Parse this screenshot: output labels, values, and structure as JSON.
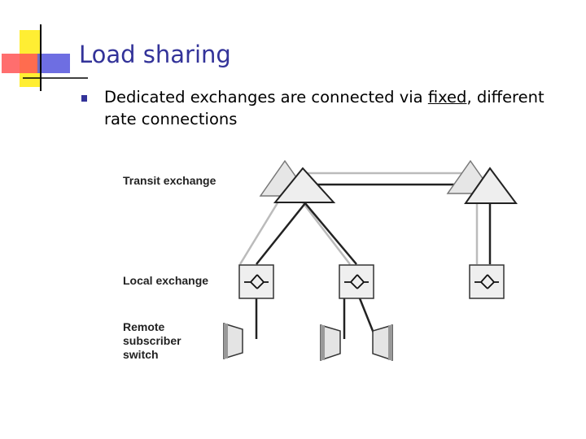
{
  "slide": {
    "title": "Load sharing",
    "bullet": {
      "before": "Dedicated exchanges are connected via ",
      "emphasis": "fixed",
      "after": ", different rate connections"
    }
  },
  "diagram": {
    "labels": {
      "transit": "Transit exchange",
      "local": "Local exchange",
      "remote_line1": "Remote",
      "remote_line2": "subscriber",
      "remote_line3": "switch"
    }
  },
  "colors": {
    "title": "#333399",
    "bullet": "#333399",
    "logo_yellow": "#ffee33",
    "logo_red": "#ff3333",
    "logo_blue": "#3333cc"
  }
}
